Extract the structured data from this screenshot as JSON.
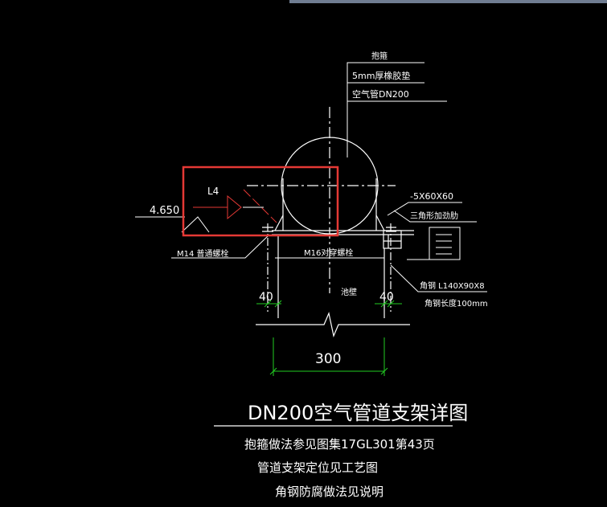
{
  "drawing": {
    "leaders": {
      "hoop": "抱箍",
      "rubber": "5mm厚橡胶垫",
      "pipe": "空气管DN200",
      "plate": "-5X60X60",
      "rib": "三角形加劲肋",
      "angle_steel": "角钢 L140X90X8",
      "angle_length": "角钢长度100mm"
    },
    "labels": {
      "elevation": "4.650",
      "section": "L4",
      "bolt_m14": "M14 普通螺栓",
      "bolt_m16": "M16对穿螺栓",
      "wall": "池壁",
      "dim_left": "40",
      "dim_right": "40",
      "dim_width": "300"
    },
    "title": "DN200空气管道支架详图",
    "notes": [
      "抱箍做法参见图集17GL301第43页",
      "管道支架定位见工艺图",
      "角钢防腐做法见说明"
    ],
    "colors": {
      "line": "#ffffff",
      "dimension": "#22cc22",
      "highlight": "#e53935",
      "background": "#000000"
    }
  }
}
